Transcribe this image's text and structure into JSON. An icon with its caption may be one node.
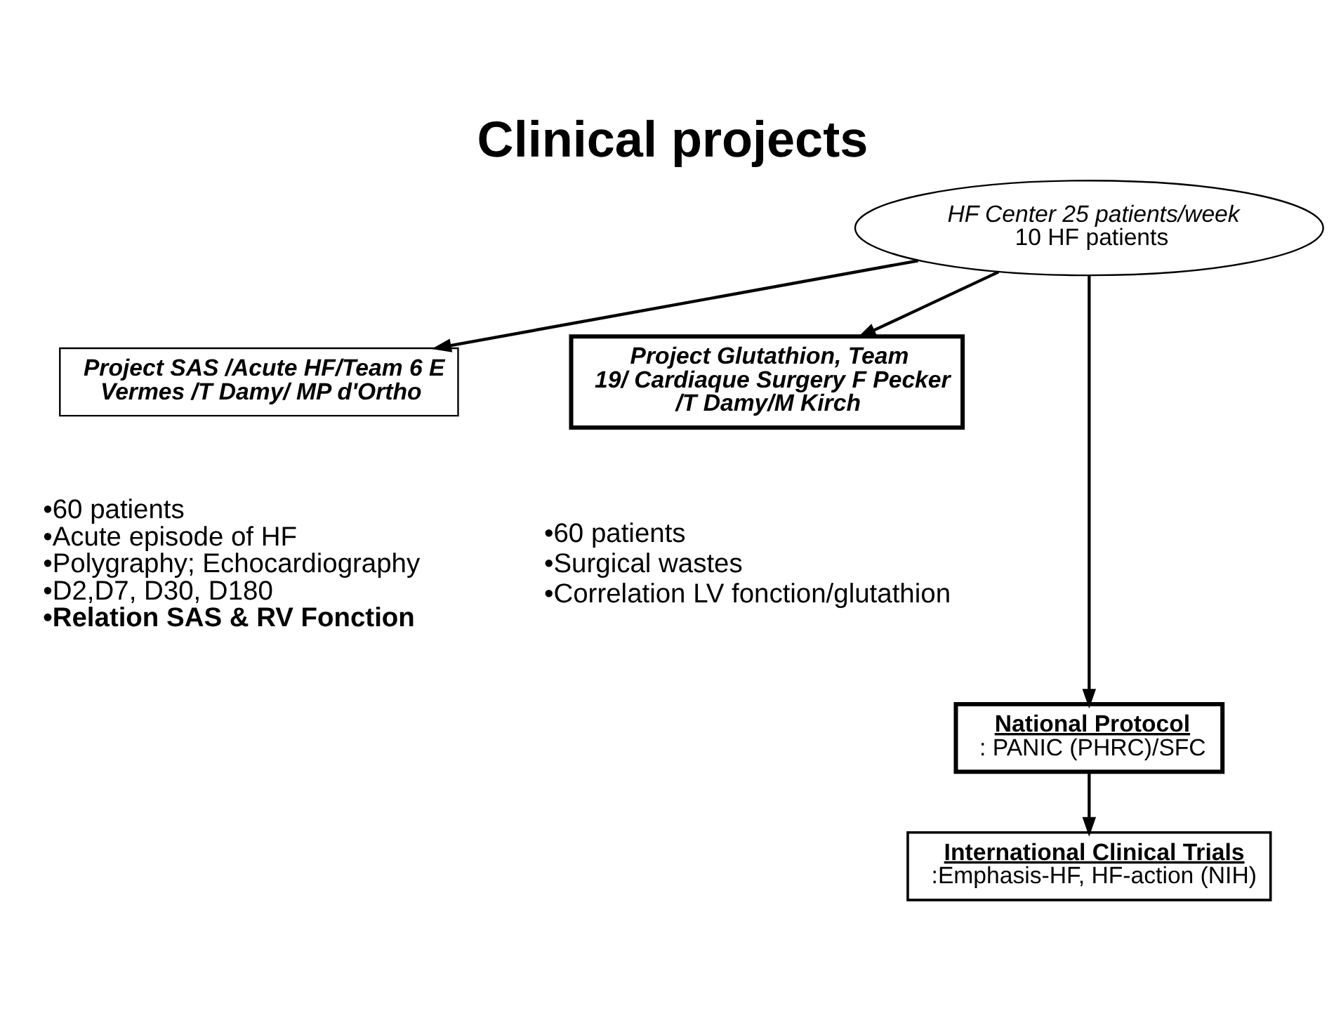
{
  "diagram": {
    "title": "Clinical projects",
    "nodes": [
      {
        "text": [
          "HF Center 25 patients/week",
          "10 HF patients"
        ]
      },
      {
        "text": [
          "Project SAS /Acute HF/Team 6 E Vermes /T Damy/ MP d'Ortho"
        ],
        "beside": [
          "•60 patients",
          "•Acute episode of HF",
          "•Polygraphy; Echocardiography",
          "•D2,D7, D30, D180",
          "•Relation SAS & RV Fonction"
        ]
      },
      {
        "text": [
          "Project Glutathion, Team 19/ Cardiaque Surgery F Pecker /T Damy/M Kirch"
        ],
        "beside": [
          "•60 patients",
          "•Surgical wastes",
          "•Correlation LV fonction/glutathion"
        ]
      },
      {
        "text": [
          "National Protocol",
          ": PANIC (PHRC)/SFC"
        ]
      },
      {
        "text": [
          "International Clinical Trials",
          ":Emphasis-HF, HF-action (NIH)"
        ]
      }
    ],
    "edges": [
      {
        "from": 0,
        "to": 1,
        "arrow": "to"
      },
      {
        "from": 0,
        "to": 2,
        "arrow": "to"
      },
      {
        "from": 0,
        "to": 3,
        "arrow": "to"
      },
      {
        "from": 3,
        "to": 4,
        "arrow": "to"
      }
    ]
  }
}
